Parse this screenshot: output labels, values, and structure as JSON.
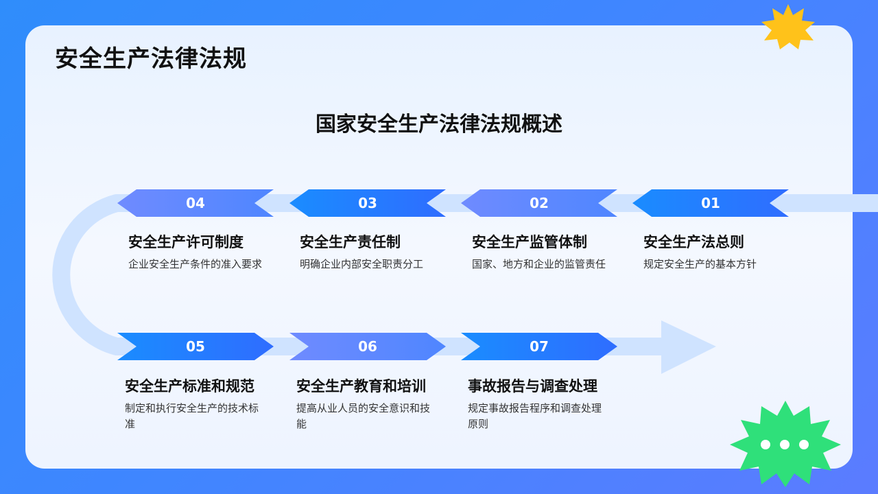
{
  "page": {
    "title": "安全生产法律法规",
    "subtitle": "国家安全生产法律法规概述"
  },
  "steps": [
    {
      "number": "01",
      "title": "安全生产法总则",
      "desc": "规定安全生产的基本方针"
    },
    {
      "number": "02",
      "title": "安全生产监管体制",
      "desc": "国家、地方和企业的监管责任"
    },
    {
      "number": "03",
      "title": "安全生产责任制",
      "desc": "明确企业内部安全职责分工"
    },
    {
      "number": "04",
      "title": "安全生产许可制度",
      "desc": "企业安全生产条件的准入要求"
    },
    {
      "number": "05",
      "title": "安全生产标准和规范",
      "desc": "制定和执行安全生产的技术标准"
    },
    {
      "number": "06",
      "title": "安全生产教育和培训",
      "desc": "提高从业人员的安全意识和技能"
    },
    {
      "number": "07",
      "title": "事故报告与调查处理",
      "desc": "规定事故报告程序和调查处理原则"
    }
  ],
  "colors": {
    "background": "#3f86ff",
    "card": "#eef4ff",
    "badge_blue": "#1a8cff",
    "badge_purple": "#6f8bff",
    "track": "#cfe3ff",
    "sun": "#ffc21a",
    "bubble": "#2fe07a"
  },
  "icons": [
    "sun-sticker-icon",
    "chat-bubble-icon"
  ]
}
